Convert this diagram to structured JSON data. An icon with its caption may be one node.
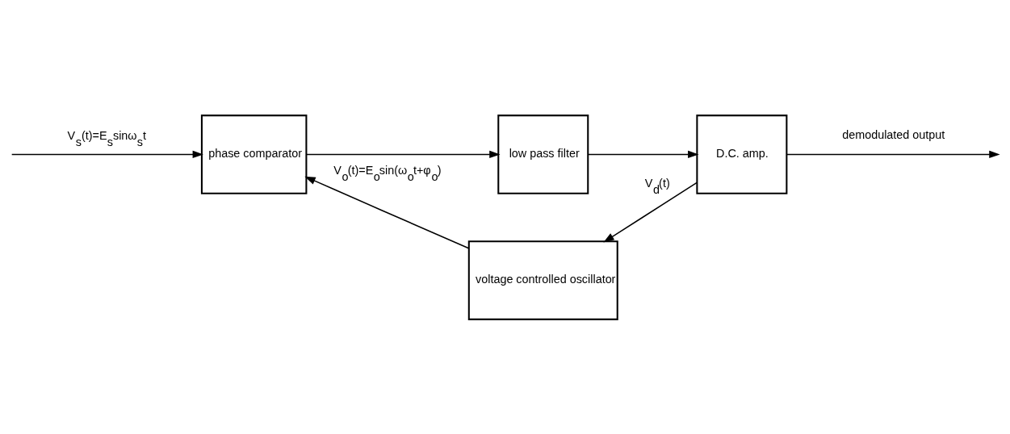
{
  "diagram": {
    "nodes": [
      {
        "text": [
          "phase comparator"
        ]
      },
      {
        "text": [
          "low pass filter"
        ]
      },
      {
        "text": [
          "D.C. amp."
        ]
      },
      {
        "text": [
          "voltage controlled oscillator"
        ]
      }
    ],
    "edges": [
      {
        "from": null,
        "to": 0,
        "arrow": "to",
        "label": "V$_{s}$(t)=E$_{s}$sinω$_{s}$t"
      },
      {
        "from": 0,
        "to": 1,
        "arrow": "to"
      },
      {
        "from": 1,
        "to": 2,
        "arrow": "to"
      },
      {
        "from": 2,
        "to": null,
        "arrow": "to",
        "label": "demodulated output"
      },
      {
        "from": 2,
        "to": 3,
        "arrow": "to",
        "label": "V$_{d}$(t)"
      },
      {
        "from": 3,
        "to": 0,
        "arrow": "to",
        "label": "V$_{o}$(t)=E$_{o}$sin(ω$_{o}$t+φ$_{o}$)"
      }
    ]
  }
}
